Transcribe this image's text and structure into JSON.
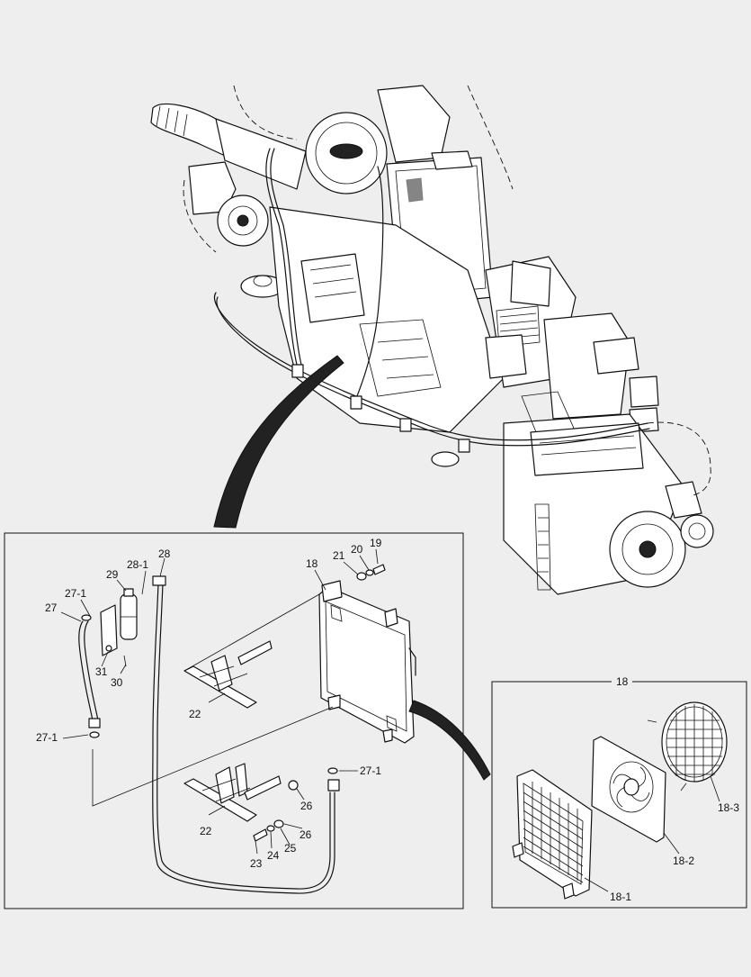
{
  "callouts": {
    "c18": "18",
    "c19": "19",
    "c20": "20",
    "c21": "21",
    "c22a": "22",
    "c22b": "22",
    "c23": "23",
    "c24": "24",
    "c25": "25",
    "c26a": "26",
    "c26b": "26",
    "c27": "27",
    "c27_1a": "27-1",
    "c27_1b": "27-1",
    "c27_1c": "27-1",
    "c28": "28",
    "c28_1": "28-1",
    "c29": "29",
    "c30": "30",
    "c31": "31",
    "inset_title": "18",
    "c18_1": "18-1",
    "c18_2": "18-2",
    "c18_3": "18-3"
  },
  "colors": {
    "background": "#eeeeee",
    "line": "#111111",
    "part_fill": "#ffffff"
  }
}
